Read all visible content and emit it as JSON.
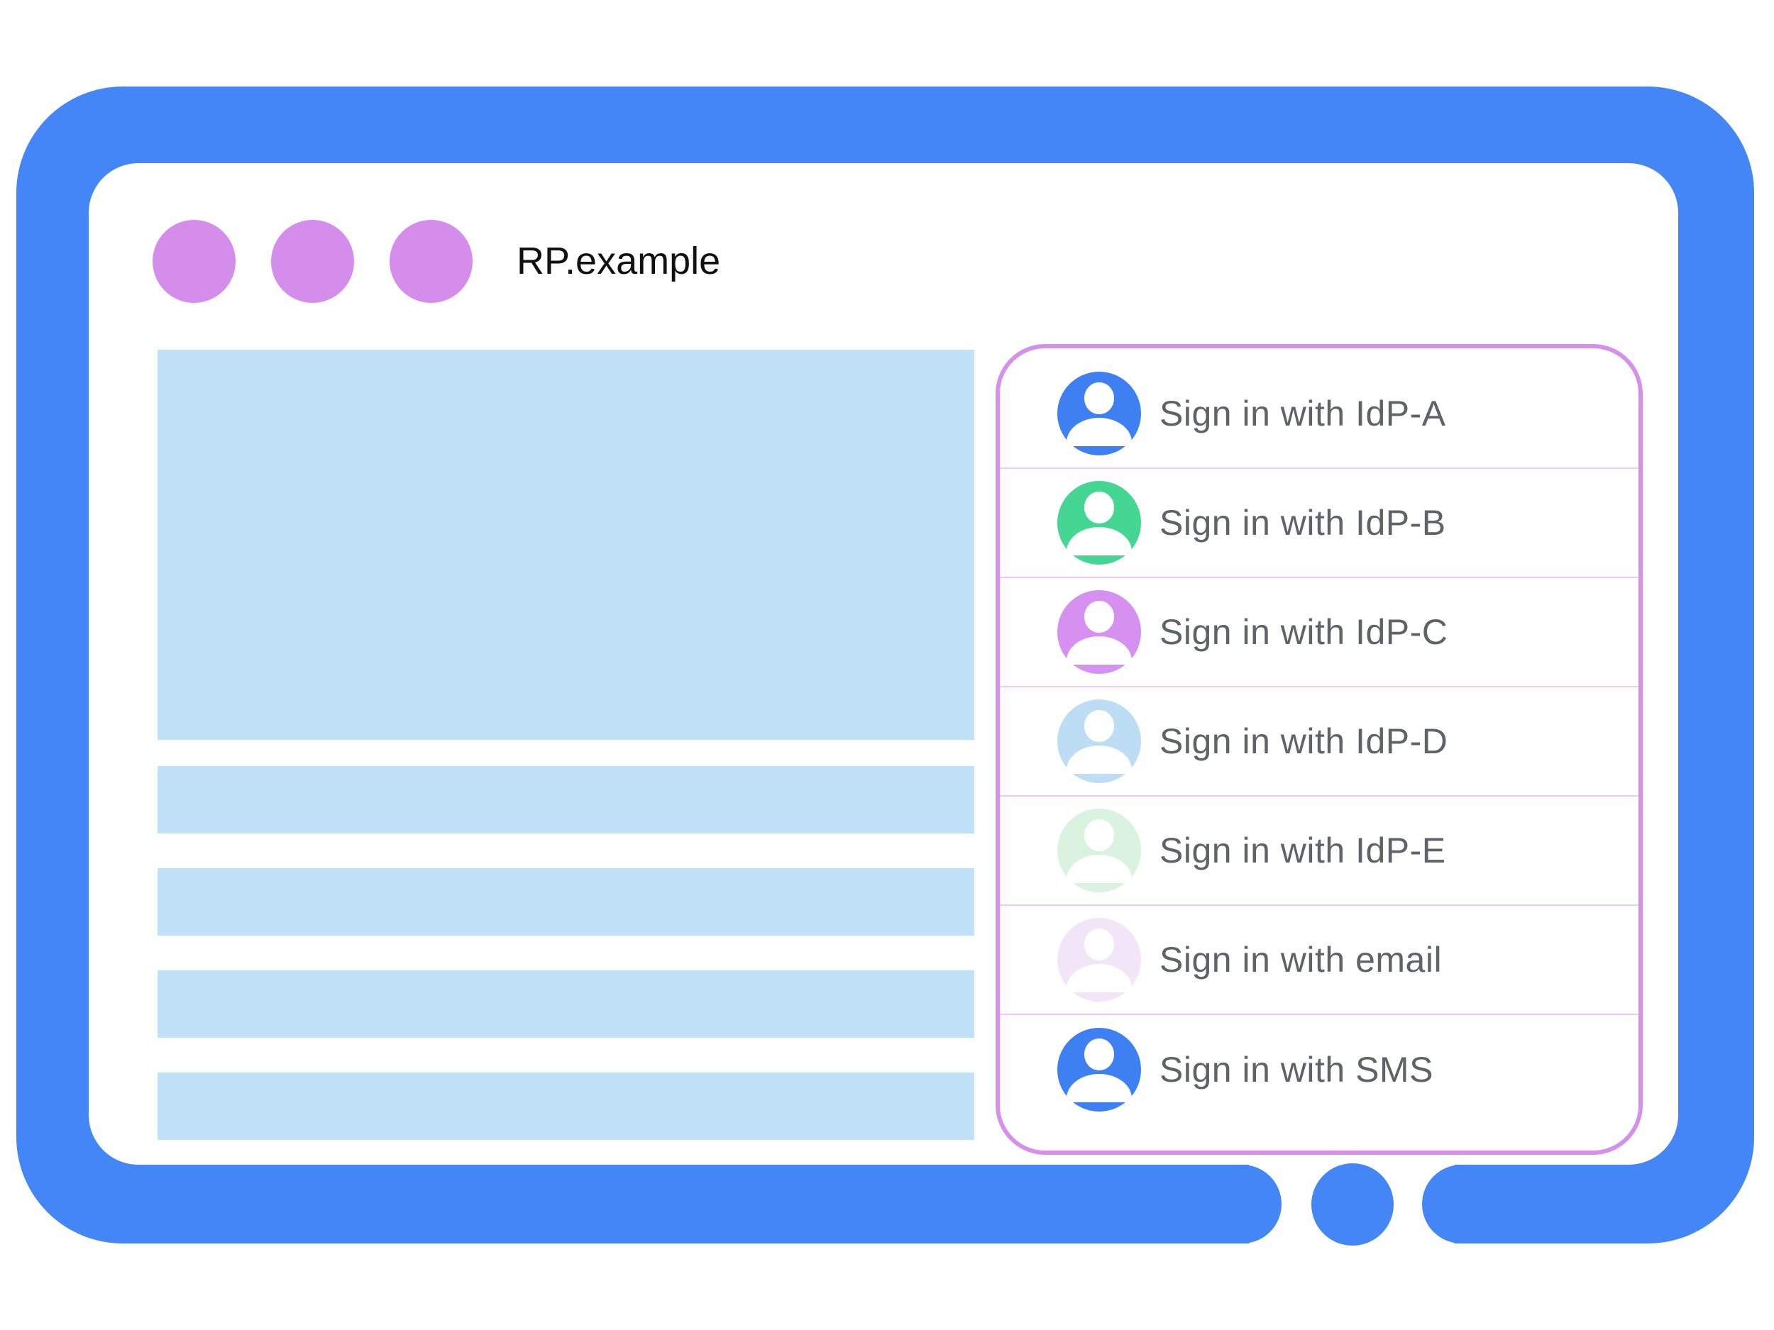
{
  "colors": {
    "frame": "#4486F6",
    "placeholder": "#C1E1F6",
    "window-dot": "#D58DEB",
    "panel-border": "#D590EA",
    "divider": "#F2C9F4",
    "label": "#5F6368",
    "title": "#111111"
  },
  "browser": {
    "title": "RP.example"
  },
  "signin_panel": {
    "rows": [
      {
        "label": "Sign in with IdP-A",
        "avatar_color": "#3E7FF2",
        "avatar_icon": "person-icon"
      },
      {
        "label": "Sign in with IdP-B",
        "avatar_color": "#46D693",
        "avatar_icon": "person-icon"
      },
      {
        "label": "Sign in with IdP-C",
        "avatar_color": "#D690F0",
        "avatar_icon": "person-icon"
      },
      {
        "label": "Sign in with IdP-D",
        "avatar_color": "#BDDDF5",
        "avatar_icon": "person-icon"
      },
      {
        "label": "Sign in with IdP-E",
        "avatar_color": "#D9F3E0",
        "avatar_icon": "person-icon"
      },
      {
        "label": "Sign in with email",
        "avatar_color": "#F2E5F8",
        "avatar_icon": "person-icon"
      },
      {
        "label": "Sign in with SMS",
        "avatar_color": "#3E7FF2",
        "avatar_icon": "person-icon"
      }
    ]
  }
}
